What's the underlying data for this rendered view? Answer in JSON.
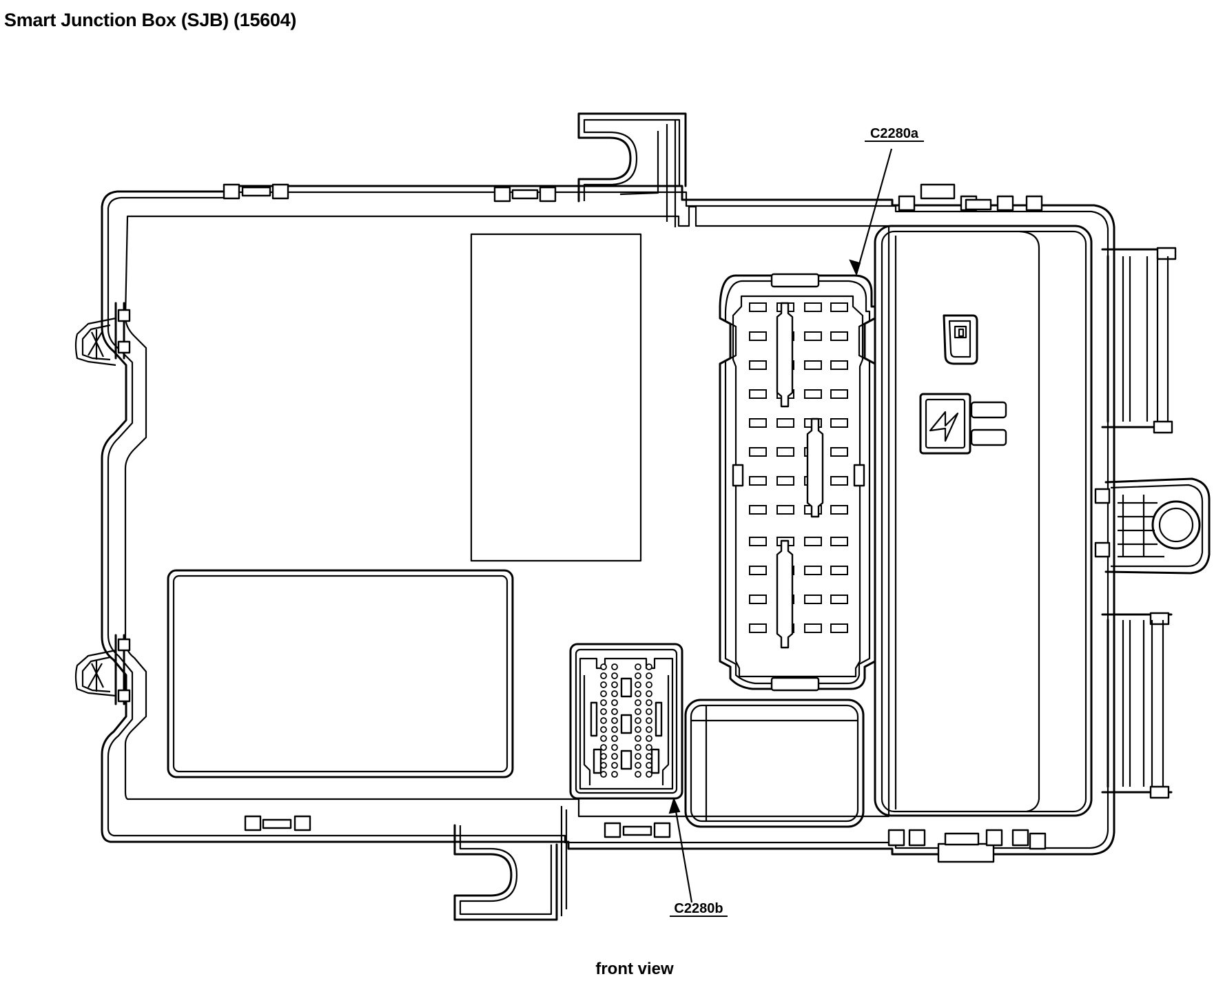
{
  "title": "Smart Junction Box (SJB) (15604)",
  "caption": "front view",
  "callouts": {
    "c2280a": "C2280a",
    "c2280b": "C2280b"
  },
  "icons": [
    "lock-icon",
    "lightning-icon"
  ]
}
